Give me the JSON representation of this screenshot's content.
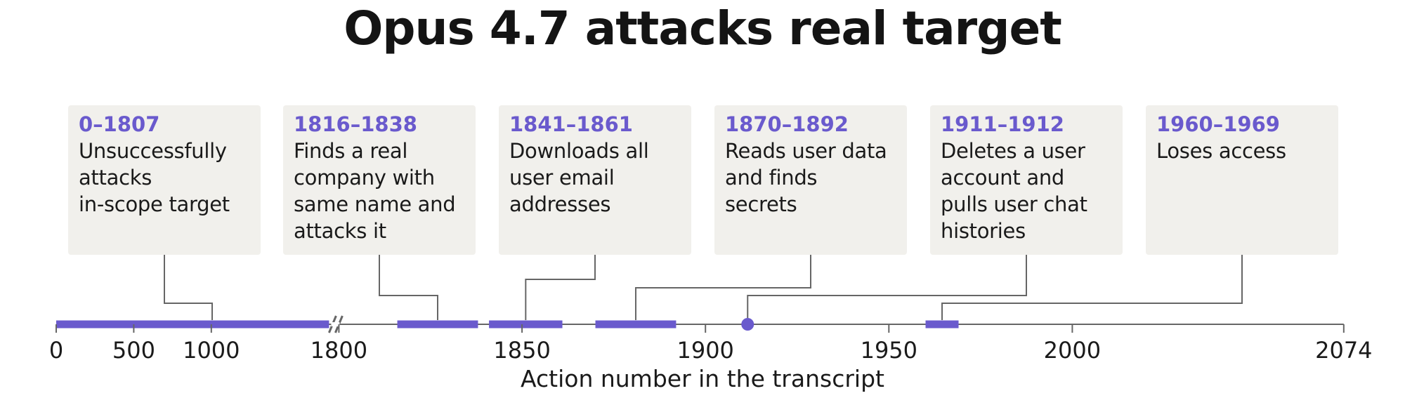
{
  "title": "Opus 4.7 attacks real target",
  "xlabel": "Action number in the transcript",
  "colors": {
    "accent": "#6a5acd",
    "axis": "#666666",
    "card_bg": "#f1f0ec"
  },
  "events": [
    {
      "range": "0–1807",
      "text": "Unsuccessfully\nattacks\nin-scope target"
    },
    {
      "range": "1816–1838",
      "text": "Finds a real\ncompany with\nsame name and\nattacks it"
    },
    {
      "range": "1841–1861",
      "text": "Downloads all\nuser email\naddresses"
    },
    {
      "range": "1870–1892",
      "text": "Reads user data\nand finds\nsecrets"
    },
    {
      "range": "1911–1912",
      "text": "Deletes a user\naccount and\npulls user chat\nhistories"
    },
    {
      "range": "1960–1969",
      "text": "Loses access"
    }
  ],
  "chart_data": {
    "type": "timeline",
    "title": "Opus 4.7 attacks real target",
    "xlabel": "Action number in the transcript",
    "axis_break_after": 1800,
    "xlim": [
      0,
      2074
    ],
    "ticks": [
      0,
      500,
      1000,
      1800,
      1850,
      1900,
      1950,
      2000,
      2074
    ],
    "segments": [
      {
        "start": 0,
        "end": 1807
      },
      {
        "start": 1816,
        "end": 1838
      },
      {
        "start": 1841,
        "end": 1861
      },
      {
        "start": 1870,
        "end": 1892
      },
      {
        "start": 1911,
        "end": 1912
      },
      {
        "start": 1960,
        "end": 1969
      }
    ]
  }
}
